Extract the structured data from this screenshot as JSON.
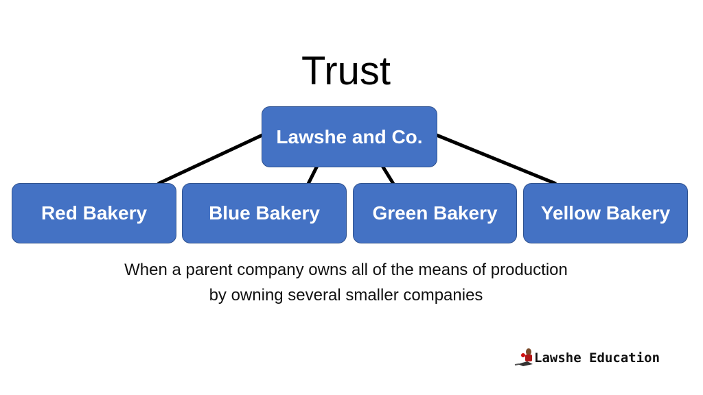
{
  "title": "Trust",
  "parent": {
    "label": "Lawshe and Co."
  },
  "children": [
    {
      "label": "Red Bakery"
    },
    {
      "label": "Blue Bakery"
    },
    {
      "label": "Green Bakery"
    },
    {
      "label": "Yellow Bakery"
    }
  ],
  "caption": {
    "line1": "When a parent company owns all of the means of production",
    "line2": "by owning several smaller companies"
  },
  "logo": {
    "text": "Lawshe Education"
  },
  "colors": {
    "box": "#4472C4",
    "box_border": "#2F528F",
    "connector": "#000000"
  }
}
